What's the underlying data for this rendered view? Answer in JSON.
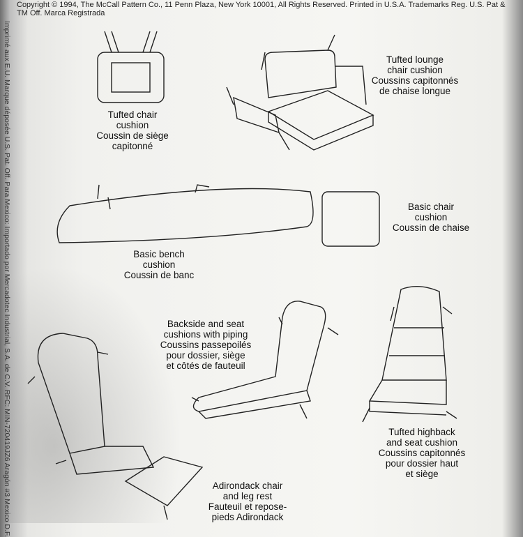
{
  "header": {
    "copyright": "Copyright © 1994, The McCall Pattern Co., 11 Penn Plaza, New York 10001, All Rights Reserved. Printed in U.S.A. Trademarks Reg. U.S. Pat & TM Off. Marca Registrada"
  },
  "side_text": "Imprimé aux E.U. Marque déposée U.S. Pat. Off.   Para Mexico: Importado por Mercadotec Industrial, S.A. de C.V.   RFC: MIN-720419JZ6   Aragón #3 Mexico D.F.",
  "captions": {
    "tufted_chair": [
      "Tufted chair",
      "cushion",
      "Coussin de siège",
      "capitonné"
    ],
    "tufted_lounge": [
      "Tufted lounge",
      "chair cushion",
      "Coussins capitonnés",
      "de chaise longue"
    ],
    "basic_bench": [
      "Basic bench",
      "cushion",
      "Coussin de banc"
    ],
    "basic_chair": [
      "Basic chair",
      "cushion",
      "Coussin de chaise"
    ],
    "backside_seat": [
      "Backside and seat",
      "cushions with piping",
      "Coussins passepoilés",
      "pour dossier, siège",
      "et côtés de fauteuil"
    ],
    "tufted_highback": [
      "Tufted highback",
      "and seat cushion",
      "Coussins capitonnés",
      "pour dossier haut",
      "et siège"
    ],
    "adirondack": [
      "Adirondack chair",
      "and leg rest",
      "Fauteuil et repose-",
      "pieds Adirondack"
    ]
  }
}
